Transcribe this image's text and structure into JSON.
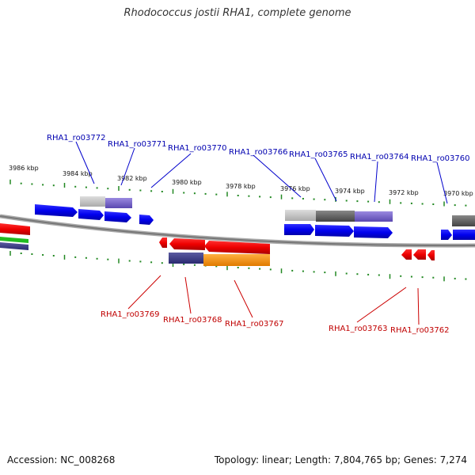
{
  "title": "Rhodococcus jostii RHA1, complete genome",
  "footer": {
    "accession": "Accession: NC_008268",
    "topology": "Topology: linear; Length: 7,804,765 bp; Genes: 7,274"
  },
  "colors": {
    "forward_gene": "#0000ee",
    "reverse_gene": "#ee0000",
    "forward_label": "#0000b0",
    "reverse_label": "#c00000",
    "tick": "#228822",
    "backbone": "#888888"
  },
  "scale_labels": [
    "3986 kbp",
    "3984 kbp",
    "3982 kbp",
    "3980 kbp",
    "3978 kbp",
    "3976 kbp",
    "3974 kbp",
    "3972 kbp",
    "3970 kbp"
  ],
  "forward_gene_labels": [
    "RHA1_ro03772",
    "RHA1_ro03771",
    "RHA1_ro03770",
    "RHA1_ro03766",
    "RHA1_ro03765",
    "RHA1_ro03764",
    "RHA1_ro03760"
  ],
  "reverse_gene_labels": [
    "RHA1_ro03769",
    "RHA1_ro03768",
    "RHA1_ro03767",
    "RHA1_ro03763",
    "RHA1_ro03762"
  ]
}
